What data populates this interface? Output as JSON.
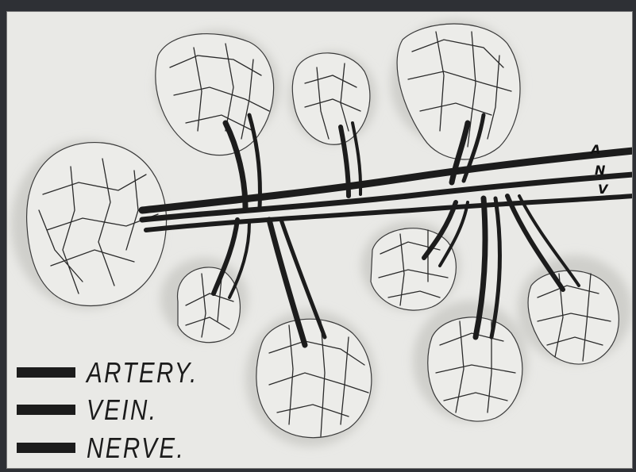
{
  "figure": {
    "bundle_labels": {
      "artery": "A",
      "nerve": "N",
      "vein": "V"
    },
    "legend": [
      {
        "key": "artery",
        "label": "ARTERY."
      },
      {
        "key": "vein",
        "label": "VEIN."
      },
      {
        "key": "nerve",
        "label": "NERVE."
      }
    ]
  },
  "colors": {
    "paper": "#e9e9e6",
    "ink": "#1c1c1c",
    "lobule_halo": "#d2d2cf",
    "lobule_fill": "#ededeb"
  }
}
